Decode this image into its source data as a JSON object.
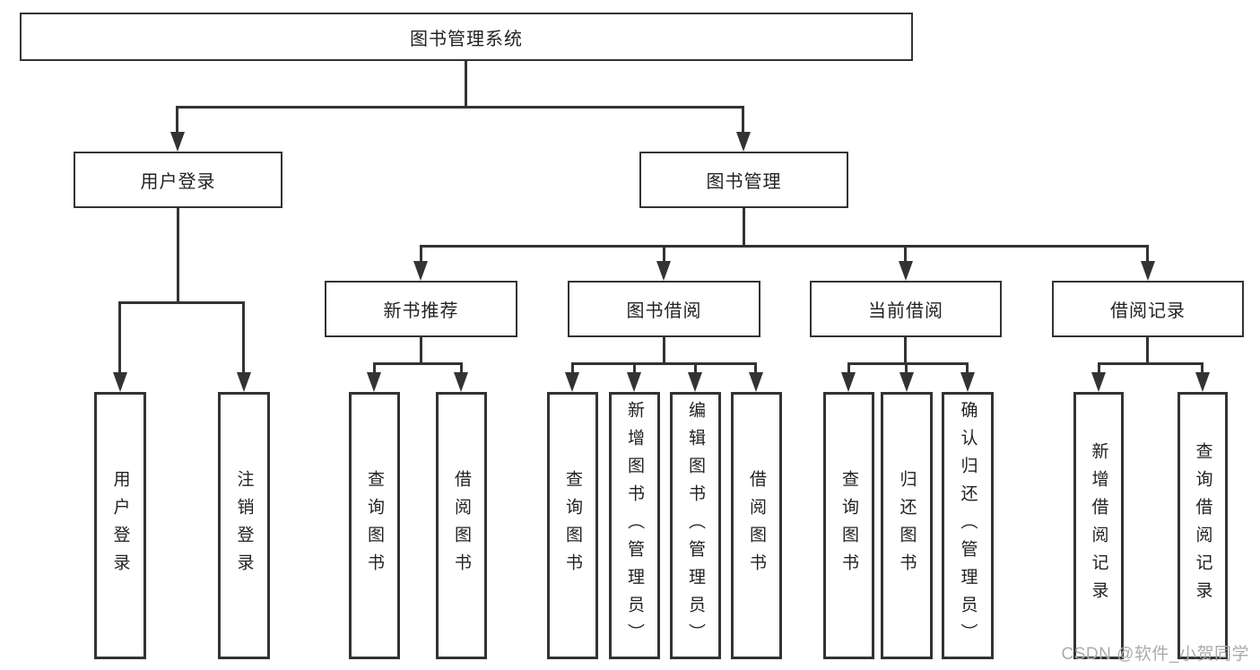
{
  "tree": {
    "label": "图书管理系统",
    "children": [
      {
        "label": "用户登录",
        "children": [
          {
            "label": "用户登录"
          },
          {
            "label": "注销登录"
          }
        ]
      },
      {
        "label": "图书管理",
        "children": [
          {
            "label": "新书推荐",
            "children": [
              {
                "label": "查询图书"
              },
              {
                "label": "借阅图书"
              }
            ]
          },
          {
            "label": "图书借阅",
            "children": [
              {
                "label": "查询图书"
              },
              {
                "label": "新增图书（管理员）"
              },
              {
                "label": "编辑图书（管理员）"
              },
              {
                "label": "借阅图书"
              }
            ]
          },
          {
            "label": "当前借阅",
            "children": [
              {
                "label": "查询图书"
              },
              {
                "label": "归还图书"
              },
              {
                "label": "确认归还（管理员）"
              }
            ]
          },
          {
            "label": "借阅记录",
            "children": [
              {
                "label": "新增借阅记录"
              },
              {
                "label": "查询借阅记录"
              }
            ]
          }
        ]
      }
    ]
  },
  "watermark": {
    "text": "CSDN @软件_小贺同学"
  },
  "colors": {
    "line": "#333333",
    "text": "#222222",
    "watermark": "#ababab",
    "background": "#ffffff"
  }
}
